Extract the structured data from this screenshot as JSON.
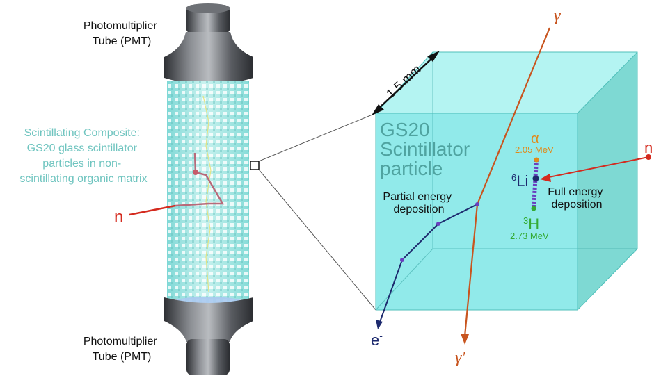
{
  "labels": {
    "pmt_top": [
      "Photomultiplier",
      "Tube (PMT)"
    ],
    "pmt_bottom": [
      "Photomultiplier",
      "Tube (PMT)"
    ],
    "composite": [
      "Scintillating Composite:",
      "GS20 glass scintillator",
      "particles in non-",
      "scintillating organic matrix"
    ],
    "neutron_left": "n",
    "neutron_right": "n",
    "dimension": "1.5 mm",
    "particle_title": [
      "GS20",
      "Scintillator",
      "particle"
    ],
    "gamma_in": "γ",
    "gamma_out": "γ′",
    "electron": "e",
    "electron_sup": "-",
    "partial": [
      "Partial energy",
      "deposition"
    ],
    "full": [
      "Full energy",
      "deposition"
    ],
    "alpha": "α",
    "alpha_energy": "2.05 MeV",
    "li_sup": "6",
    "li": "Li",
    "h_sup": "3",
    "h": "H",
    "h_energy": "2.73 MeV"
  },
  "colors": {
    "cube_front": "#7ee6e6",
    "cube_top": "#9bf0ee",
    "cube_side": "#5ed0c8",
    "composite_text": "#6ec4bf",
    "neutron": "#d42a1e",
    "gamma": "#c8551f",
    "electron": "#1d2a6e",
    "alpha": "#e08a1a",
    "triton": "#33aa33",
    "track": "#6a3fbf",
    "title": "#4fa3a0"
  }
}
